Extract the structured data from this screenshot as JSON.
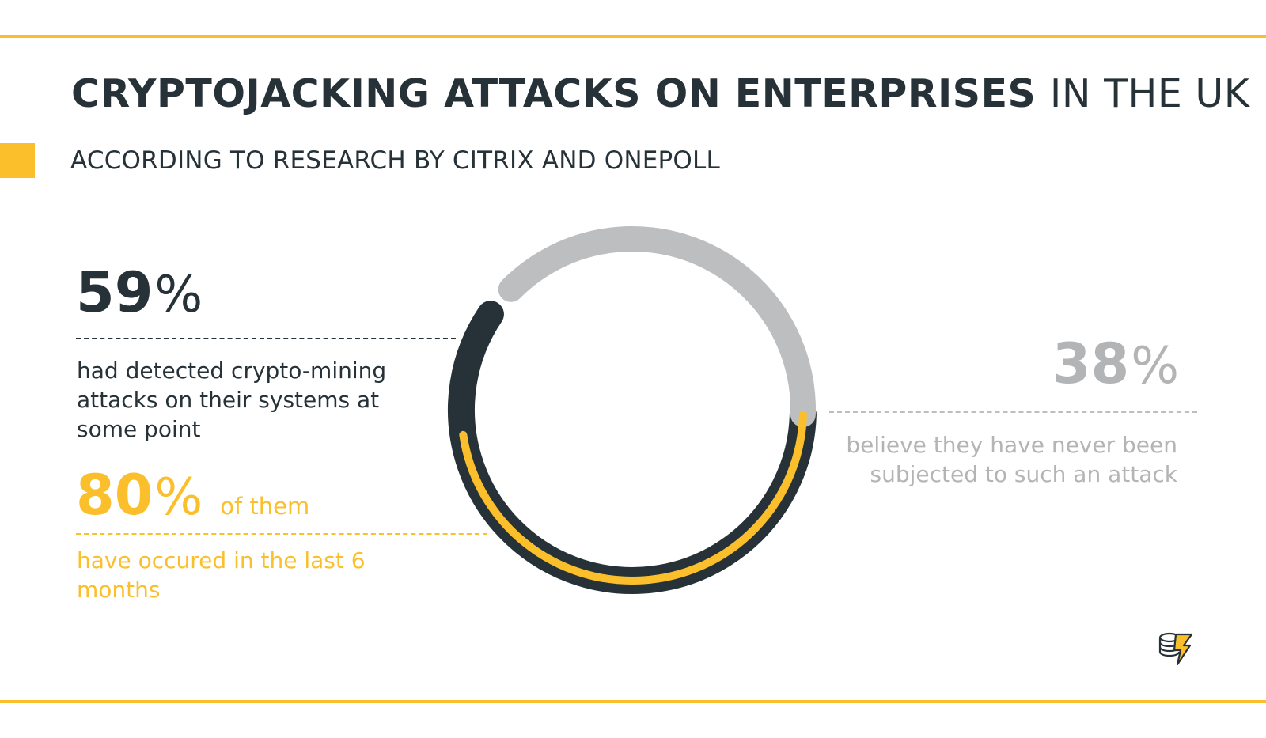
{
  "header": {
    "title_bold": "CRYPTOJACKING ATTACKS ON ENTERPRISES",
    "title_light": "IN THE UK",
    "subtitle": "ACCORDING TO RESEARCH BY CITRIX AND ONEPOLL"
  },
  "stats": {
    "detected": {
      "value": "59",
      "unit": "%",
      "description": "had detected crypto-mining attacks on their systems at some point"
    },
    "recent": {
      "value": "80",
      "unit": "%",
      "suffix": "of them",
      "description": "have occured in the last 6 months"
    },
    "never": {
      "value": "38",
      "unit": "%",
      "description": "believe they have never been subjected to such an attack"
    }
  },
  "chart_data": {
    "type": "pie",
    "style": "donut",
    "slices": [
      {
        "label": "had detected crypto-mining attacks on their systems at some point",
        "value": 59,
        "color": "#263238"
      },
      {
        "label": "believe they have never been subjected to such an attack",
        "value": 38,
        "color": "#bdbec0"
      }
    ],
    "sub_slice": {
      "parent": 0,
      "label": "have occured in the last 6 months",
      "value": 80,
      "unit": "% of parent",
      "color": "#fbbf2c"
    }
  },
  "colors": {
    "accent": "#fbbf2c",
    "dark": "#263238",
    "muted": "#bdbec0",
    "muted_text": "#b3b4b6",
    "background": "#ffffff"
  },
  "icons": {
    "logo": "coin-stack-lightning-icon"
  }
}
